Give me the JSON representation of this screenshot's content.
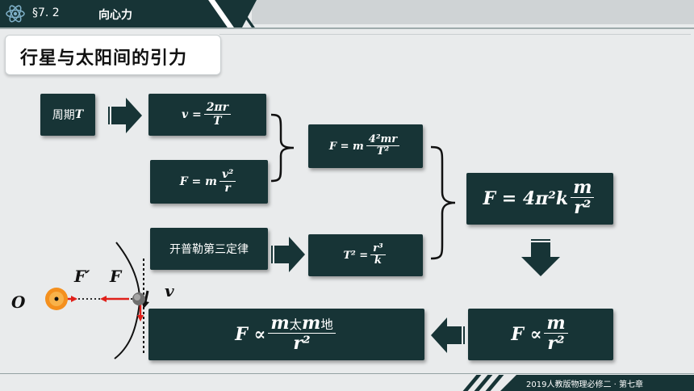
{
  "header": {
    "section": "§7. 2",
    "topic": "向心力"
  },
  "title": "行星与太阳间的引力",
  "footer": "2019人教版物理必修二 · 第七章",
  "boxes": {
    "period": "周期",
    "period_var": "T",
    "v_lhs": "v =",
    "v_num": "2πr",
    "v_den": "T",
    "f1_lhs": "F = m",
    "f1_num": "v²",
    "f1_den": "r",
    "f2_lhs": "F = m",
    "f2_num": "4²mr",
    "f2_den": "T²",
    "f3_lhs": "F = 4π²k",
    "f3_num": "m",
    "f3_den": "r²",
    "kepler": "开普勒第三定律",
    "t_lhs": "T² =",
    "t_num": "r³",
    "t_den": "k",
    "f4_lhs": "F ∝",
    "f4_num": "m",
    "f4_den": "r²",
    "f5_lhs": "F ∝",
    "f5_num_m1": "m",
    "f5_num_sub1": "太",
    "f5_num_m2": "m",
    "f5_num_sub2": "地",
    "f5_den": "r²"
  },
  "diagram": {
    "sun": "O",
    "force_prime": "F′",
    "force": "F",
    "velocity": "v"
  },
  "colors": {
    "dark": "#173436",
    "background": "#e9ebec",
    "arrow_red": "#e0201a",
    "sun": "#f4901e"
  }
}
